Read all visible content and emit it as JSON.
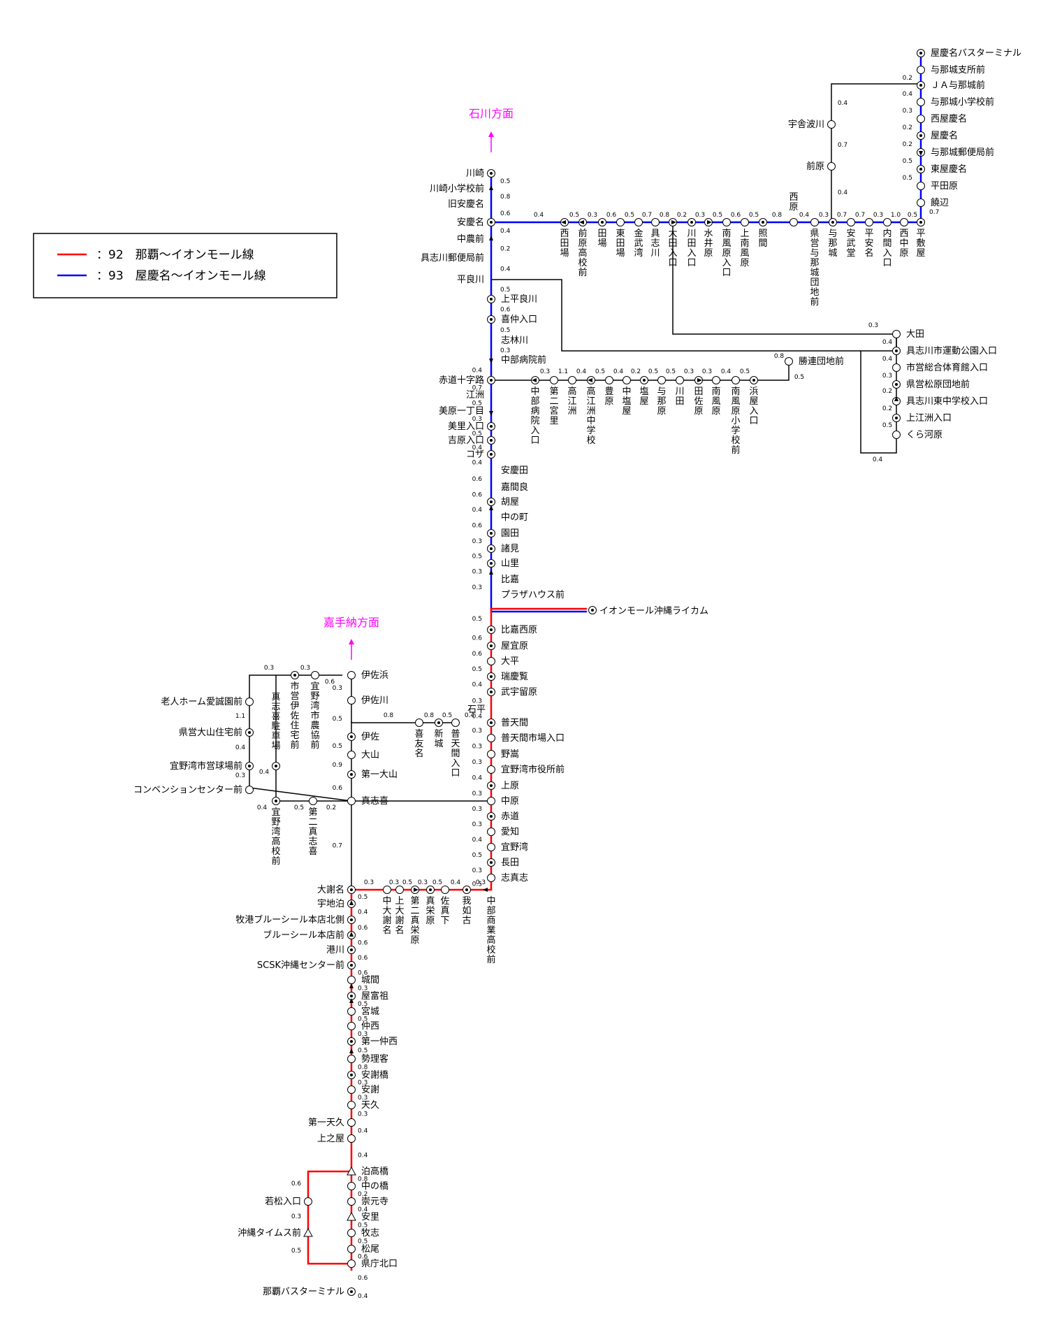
{
  "legend": {
    "red": {
      "label": "：92　那覇～イオンモール線",
      "color": "#ff0000"
    },
    "blue": {
      "label": "：93　屋慶名～イオンモール線",
      "color": "#0000ff"
    }
  },
  "directions": {
    "ishikawa": "石川方面",
    "kadena": "嘉手納方面"
  },
  "terminal": "イオンモール沖縄ライカム",
  "colors": {
    "red": "#ff0000",
    "blue": "#0000ff",
    "black": "#000000",
    "pink": "#ff00ff"
  },
  "stops": {
    "north_spine": [
      "川崎",
      "川崎小学校前",
      "旧安慶名",
      "安慶名",
      "中農前",
      "具志川郵便局前",
      "平良川",
      "上平良川",
      "喜仲入口",
      "志林川",
      "中部病院前",
      "赤道十字路",
      "江洲",
      "美原一丁目",
      "美里入口",
      "吉原入口",
      "コザ",
      "安慶田",
      "嘉間良",
      "胡屋",
      "中の町",
      "園田",
      "諸見",
      "山里",
      "比嘉",
      "プラザハウス前"
    ],
    "south_spine": [
      "比嘉西原",
      "屋宜原",
      "大平",
      "瑞慶覧",
      "武宇留原",
      "石平",
      "普天間",
      "普天間市場入口",
      "野嵩",
      "宜野湾市役所前",
      "上原",
      "中原",
      "赤道",
      "愛知",
      "宜野湾",
      "長田",
      "志真志"
    ],
    "west_spine": [
      "伊佐浜",
      "伊佐川",
      "伊佐",
      "大山",
      "第一大山",
      "真志喜",
      "大謝名",
      "宇地泊",
      "牧港ブルーシール本店北側",
      "ブルーシール本店前",
      "港川",
      "SCSK沖縄センター前",
      "城間",
      "屋富祖",
      "宮城",
      "仲西",
      "第一仲西",
      "勢理客",
      "安謝橋",
      "安謝",
      "天久",
      "第一天久",
      "上之屋",
      "泊高橋",
      "中の橋",
      "崇元寺",
      "安里",
      "牧志",
      "松尾",
      "県庁北口",
      "那覇バスターミナル"
    ],
    "west_loop": [
      "宜野湾市農協前",
      "市営伊佐住宅前",
      "老人ホーム愛誠園前",
      "県営大山住宅前",
      "宜野湾市営球場前",
      "コンベンションセンター前",
      "真志喜駐車場",
      "宜野湾高校前",
      "第二真志喜"
    ],
    "futenma_branch": [
      "喜友名",
      "新城",
      "普天間入口"
    ],
    "tomari_loop": [
      "若松入口",
      "沖縄タイムス前"
    ],
    "ojana_branch": [
      "中大謝名",
      "上大謝名",
      "第二真栄原",
      "真栄原",
      "佐真下",
      "我如古",
      "中部商業高校前"
    ],
    "east_branch": [
      "西田場",
      "前原高校前",
      "田場",
      "東田場",
      "金武湾",
      "具志川",
      "大田入口",
      "川田入口",
      "水井原",
      "南風原入口",
      "上南風原",
      "照間",
      "西原",
      "県営与那城団地前",
      "与那城",
      "安武堂",
      "平安名",
      "内間入口",
      "西中原",
      "平敷屋"
    ],
    "yakena_line": [
      "屋慶名バスターミナル",
      "与那城支所前",
      "ＪＡ与那城前",
      "与那城小学校前",
      "西屋慶名",
      "屋慶名",
      "与那城郵便局前",
      "東屋慶名",
      "平田原",
      "饒辺"
    ],
    "yonashiro_branch": [
      "宇舎波川",
      "前原"
    ],
    "gushikawa_loop": [
      "大田",
      "具志川市運動公園入口",
      "市営総合体育館入口",
      "県営松原団地前",
      "具志川東中学校入口",
      "上江洲入口",
      "くら河原",
      "勝連団地前"
    ],
    "tokushi_branch": [
      "中部病院入口",
      "第二宮里",
      "高江洲",
      "高江洲中学校",
      "豊原",
      "中塩屋",
      "塩屋",
      "与那原",
      "川田",
      "田佐原",
      "南風原",
      "南風原小学校前",
      "浜屋入口"
    ]
  },
  "distances": {
    "north_spine": [
      "0.5",
      "0.8",
      "0.6",
      "0.4",
      "0.2",
      "0.4",
      "0.5",
      "0.6",
      "0.5",
      "0.3",
      "0.4",
      "0.7",
      "0.5",
      "0.3",
      "0.5",
      "0.4",
      "0.4",
      "0.6",
      "0.6",
      "0.4",
      "0.6",
      "0.3",
      "0.5",
      "0.3",
      "0.3"
    ],
    "south_spine": [
      "0.5",
      "0.6",
      "0.6",
      "0.5",
      "0.4",
      "0.3",
      "0.4",
      "0.3",
      "0.3",
      "0.3",
      "0.4",
      "0.3",
      "0.3",
      "0.3",
      "0.4",
      "0.5",
      "0.3",
      "0.5"
    ],
    "west_spine": [
      "0.3",
      "0.5",
      "0.5",
      "0.9",
      "0.6",
      "0.7",
      "0.5",
      "0.4",
      "0.6",
      "0.6",
      "0.6",
      "0.6",
      "0.3",
      "0.5",
      "0.5",
      "0.3",
      "0.5",
      "0.8",
      "0.3",
      "0.3",
      "0.3",
      "0.4",
      "0.4",
      "0.8",
      "0.2",
      "0.4",
      "0.5",
      "0.5",
      "0.6",
      "0.6",
      "0.4"
    ],
    "west_loop": [
      "0.3",
      "0.3",
      "0.6",
      "1.1",
      "0.4",
      "0.3",
      "0.4",
      "0.4",
      "0.5",
      "0.2"
    ],
    "futenma_branch": [
      "0.8",
      "0.8",
      "0.5",
      "0.4"
    ],
    "tomari_loop": [
      "0.6",
      "0.3",
      "0.5"
    ],
    "ojana_branch": [
      "0.3",
      "0.3",
      "0.5",
      "0.3",
      "0.5",
      "0.4",
      "0.3"
    ],
    "east_branch": [
      "0.4",
      "0.5",
      "0.3",
      "0.6",
      "0.5",
      "0.7",
      "0.8",
      "0.2",
      "0.3",
      "0.5",
      "0.6",
      "0.5",
      "0.8",
      "0.4",
      "0.3",
      "0.7",
      "0.7",
      "0.3",
      "1.0",
      "0.5"
    ],
    "yakena_line": [
      "0.2",
      "0.4",
      "0.3",
      "0.2",
      "0.2",
      "0.5",
      "0.5",
      "0.7"
    ],
    "yonashiro_branch": [
      "0.4",
      "0.7",
      "0.4"
    ],
    "gushikawa_loop": [
      "0.3",
      "0.4",
      "0.4",
      "0.3",
      "0.2",
      "0.2",
      "0.5",
      "0.4",
      "0.8",
      "0.5"
    ],
    "tokushi_branch": [
      "0.3",
      "1.1",
      "0.4",
      "0.5",
      "0.4",
      "0.2",
      "0.5",
      "0.5",
      "0.3",
      "0.3",
      "0.4",
      "0.5"
    ]
  }
}
